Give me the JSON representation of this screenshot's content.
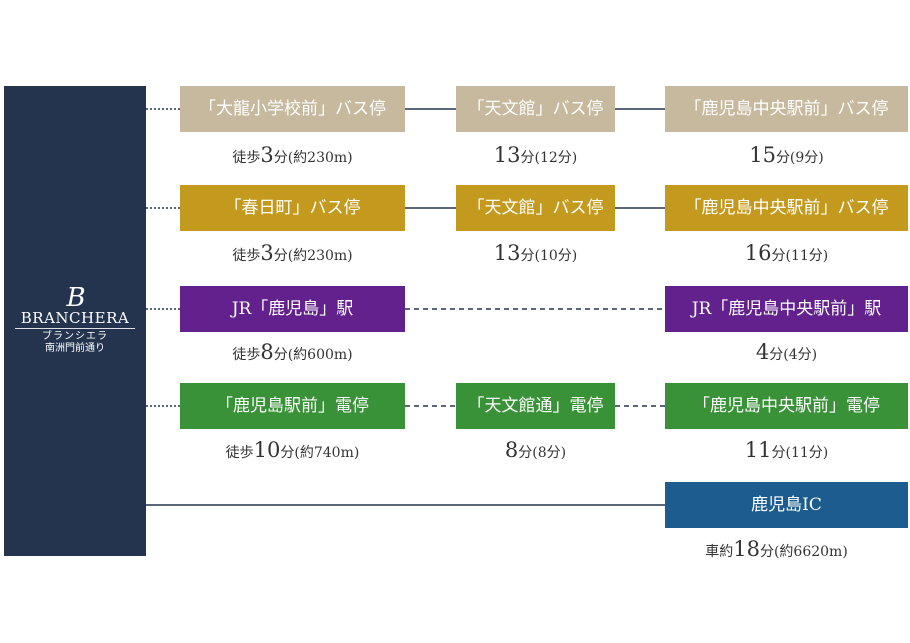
{
  "brand": {
    "mark": "B",
    "name": "BRANCHERA",
    "kana": "ブランシエラ",
    "location": "南洲門前通り"
  },
  "colors": {
    "brand_panel": "#24344f",
    "bus_stop_light": "#c6b99d",
    "bus_stop_gold": "#c49a1e",
    "jr": "#62218d",
    "tram": "#399237",
    "highway": "#1d5c8e",
    "connector": "#24344f"
  },
  "routes": [
    {
      "row": 1,
      "origin": {
        "label": "「大龍小学校前」バス停",
        "time_pre": "徒歩",
        "time_big": "3",
        "time_post": "分(約230m)"
      },
      "via": {
        "label": "「天文館」バス停",
        "time_pre": "",
        "time_big": "13",
        "time_post": "分(12分)"
      },
      "dest": {
        "label": "「鹿児島中央駅前」バス停",
        "time_pre": "",
        "time_big": "15",
        "time_post": "分(9分)"
      }
    },
    {
      "row": 2,
      "origin": {
        "label": "「春日町」バス停",
        "time_pre": "徒歩",
        "time_big": "3",
        "time_post": "分(約230m)"
      },
      "via": {
        "label": "「天文館」バス停",
        "time_pre": "",
        "time_big": "13",
        "time_post": "分(10分)"
      },
      "dest": {
        "label": "「鹿児島中央駅前」バス停",
        "time_pre": "",
        "time_big": "16",
        "time_post": "分(11分)"
      }
    },
    {
      "row": 3,
      "origin": {
        "label": "JR「鹿児島」駅",
        "time_pre": "徒歩",
        "time_big": "8",
        "time_post": "分(約600m)"
      },
      "dest": {
        "label": "JR「鹿児島中央駅前」駅",
        "time_pre": "",
        "time_big": "4",
        "time_post": "分(4分)"
      }
    },
    {
      "row": 4,
      "origin": {
        "label": "「鹿児島駅前」電停",
        "time_pre": "徒歩",
        "time_big": "10",
        "time_post": "分(約740m)"
      },
      "via": {
        "label": "「天文館通」電停",
        "time_pre": "",
        "time_big": "8",
        "time_post": "分(8分)"
      },
      "dest": {
        "label": "「鹿児島中央駅前」電停",
        "time_pre": "",
        "time_big": "11",
        "time_post": "分(11分)"
      }
    },
    {
      "row": 5,
      "dest": {
        "label": "鹿児島IC",
        "time_pre": "車約",
        "time_big": "18",
        "time_post": "分(約6620m)"
      }
    }
  ]
}
